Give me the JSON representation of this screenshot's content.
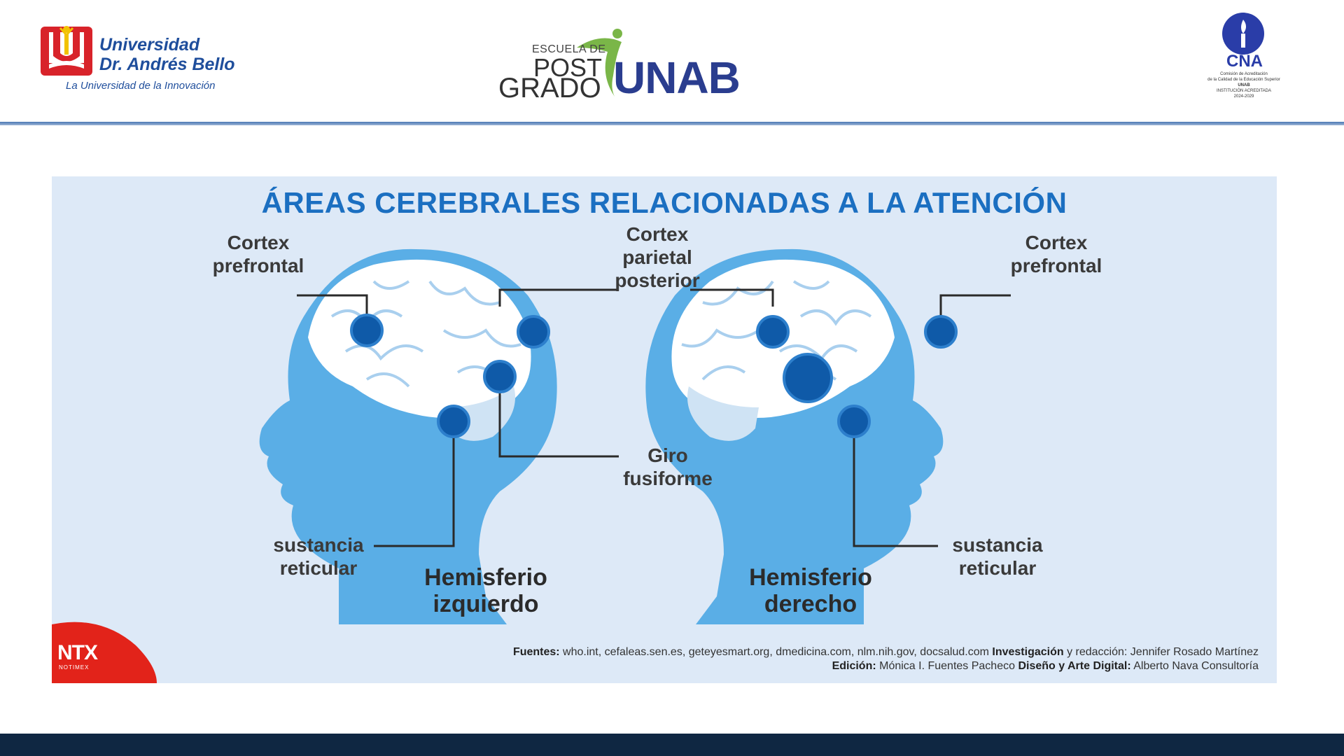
{
  "header": {
    "university_name_line1": "Universidad",
    "university_name_line2": "Dr. Andrés Bello",
    "university_tagline": "La Universidad de la Innovación",
    "postgrado_escuela": "ESCUELA DE",
    "postgrado_post": "POST",
    "postgrado_grado": "GRADO",
    "postgrado_unab": "UNAB",
    "accreditation_acronym": "CNA",
    "accreditation_line1": "Comisión de Acreditación",
    "accreditation_line2": "de la Calidad de la Educación Superior",
    "accreditation_line3": "UNAB",
    "accreditation_line4": "INSTITUCIÓN ACREDITADA",
    "accreditation_line5": "2024-2029"
  },
  "infographic": {
    "title": "ÁREAS CEREBRALES RELACIONADAS A LA ATENCIÓN",
    "labels": {
      "cortex_prefrontal_left": [
        "Cortex",
        "prefrontal"
      ],
      "cortex_parietal_posterior": [
        "Cortex",
        "parietal",
        "posterior"
      ],
      "cortex_prefrontal_right": [
        "Cortex",
        "prefrontal"
      ],
      "giro_fusiforme": [
        "Giro",
        "fusiforme"
      ],
      "sustancia_reticular_left": [
        "sustancia",
        "reticular"
      ],
      "sustancia_reticular_right": [
        "sustancia",
        "reticular"
      ]
    },
    "hemisferio_izquierdo": [
      "Hemisferio",
      "izquierdo"
    ],
    "hemisferio_derecho": [
      "Hemisferio",
      "derecho"
    ],
    "ntx_logo": "NTX",
    "ntx_sub": "NOTIMEX",
    "credits": {
      "fuentes_label": "Fuentes:",
      "fuentes_text": " who.int, cefaleas.sen.es, geteyesmart.org, dmedicina.com, nlm.nih.gov, docsalud.com  ",
      "investigacion_label": "Investigación",
      "investigacion_text": " y redacción: Jennifer Rosado Martínez",
      "edicion_label": "Edición:",
      "edicion_text": " Mónica I. Fuentes Pacheco  ",
      "diseno_label": "Diseño y Arte Digital:",
      "diseno_text": " Alberto Nava Consultoría"
    }
  },
  "colors": {
    "title_blue": "#1b6fc1",
    "head_blue": "#4fa3e0",
    "dot_blue": "#0f5aa8",
    "background_panel": "#dde9f7",
    "footer_navy": "#0f2742",
    "ntx_red": "#e2231a"
  }
}
